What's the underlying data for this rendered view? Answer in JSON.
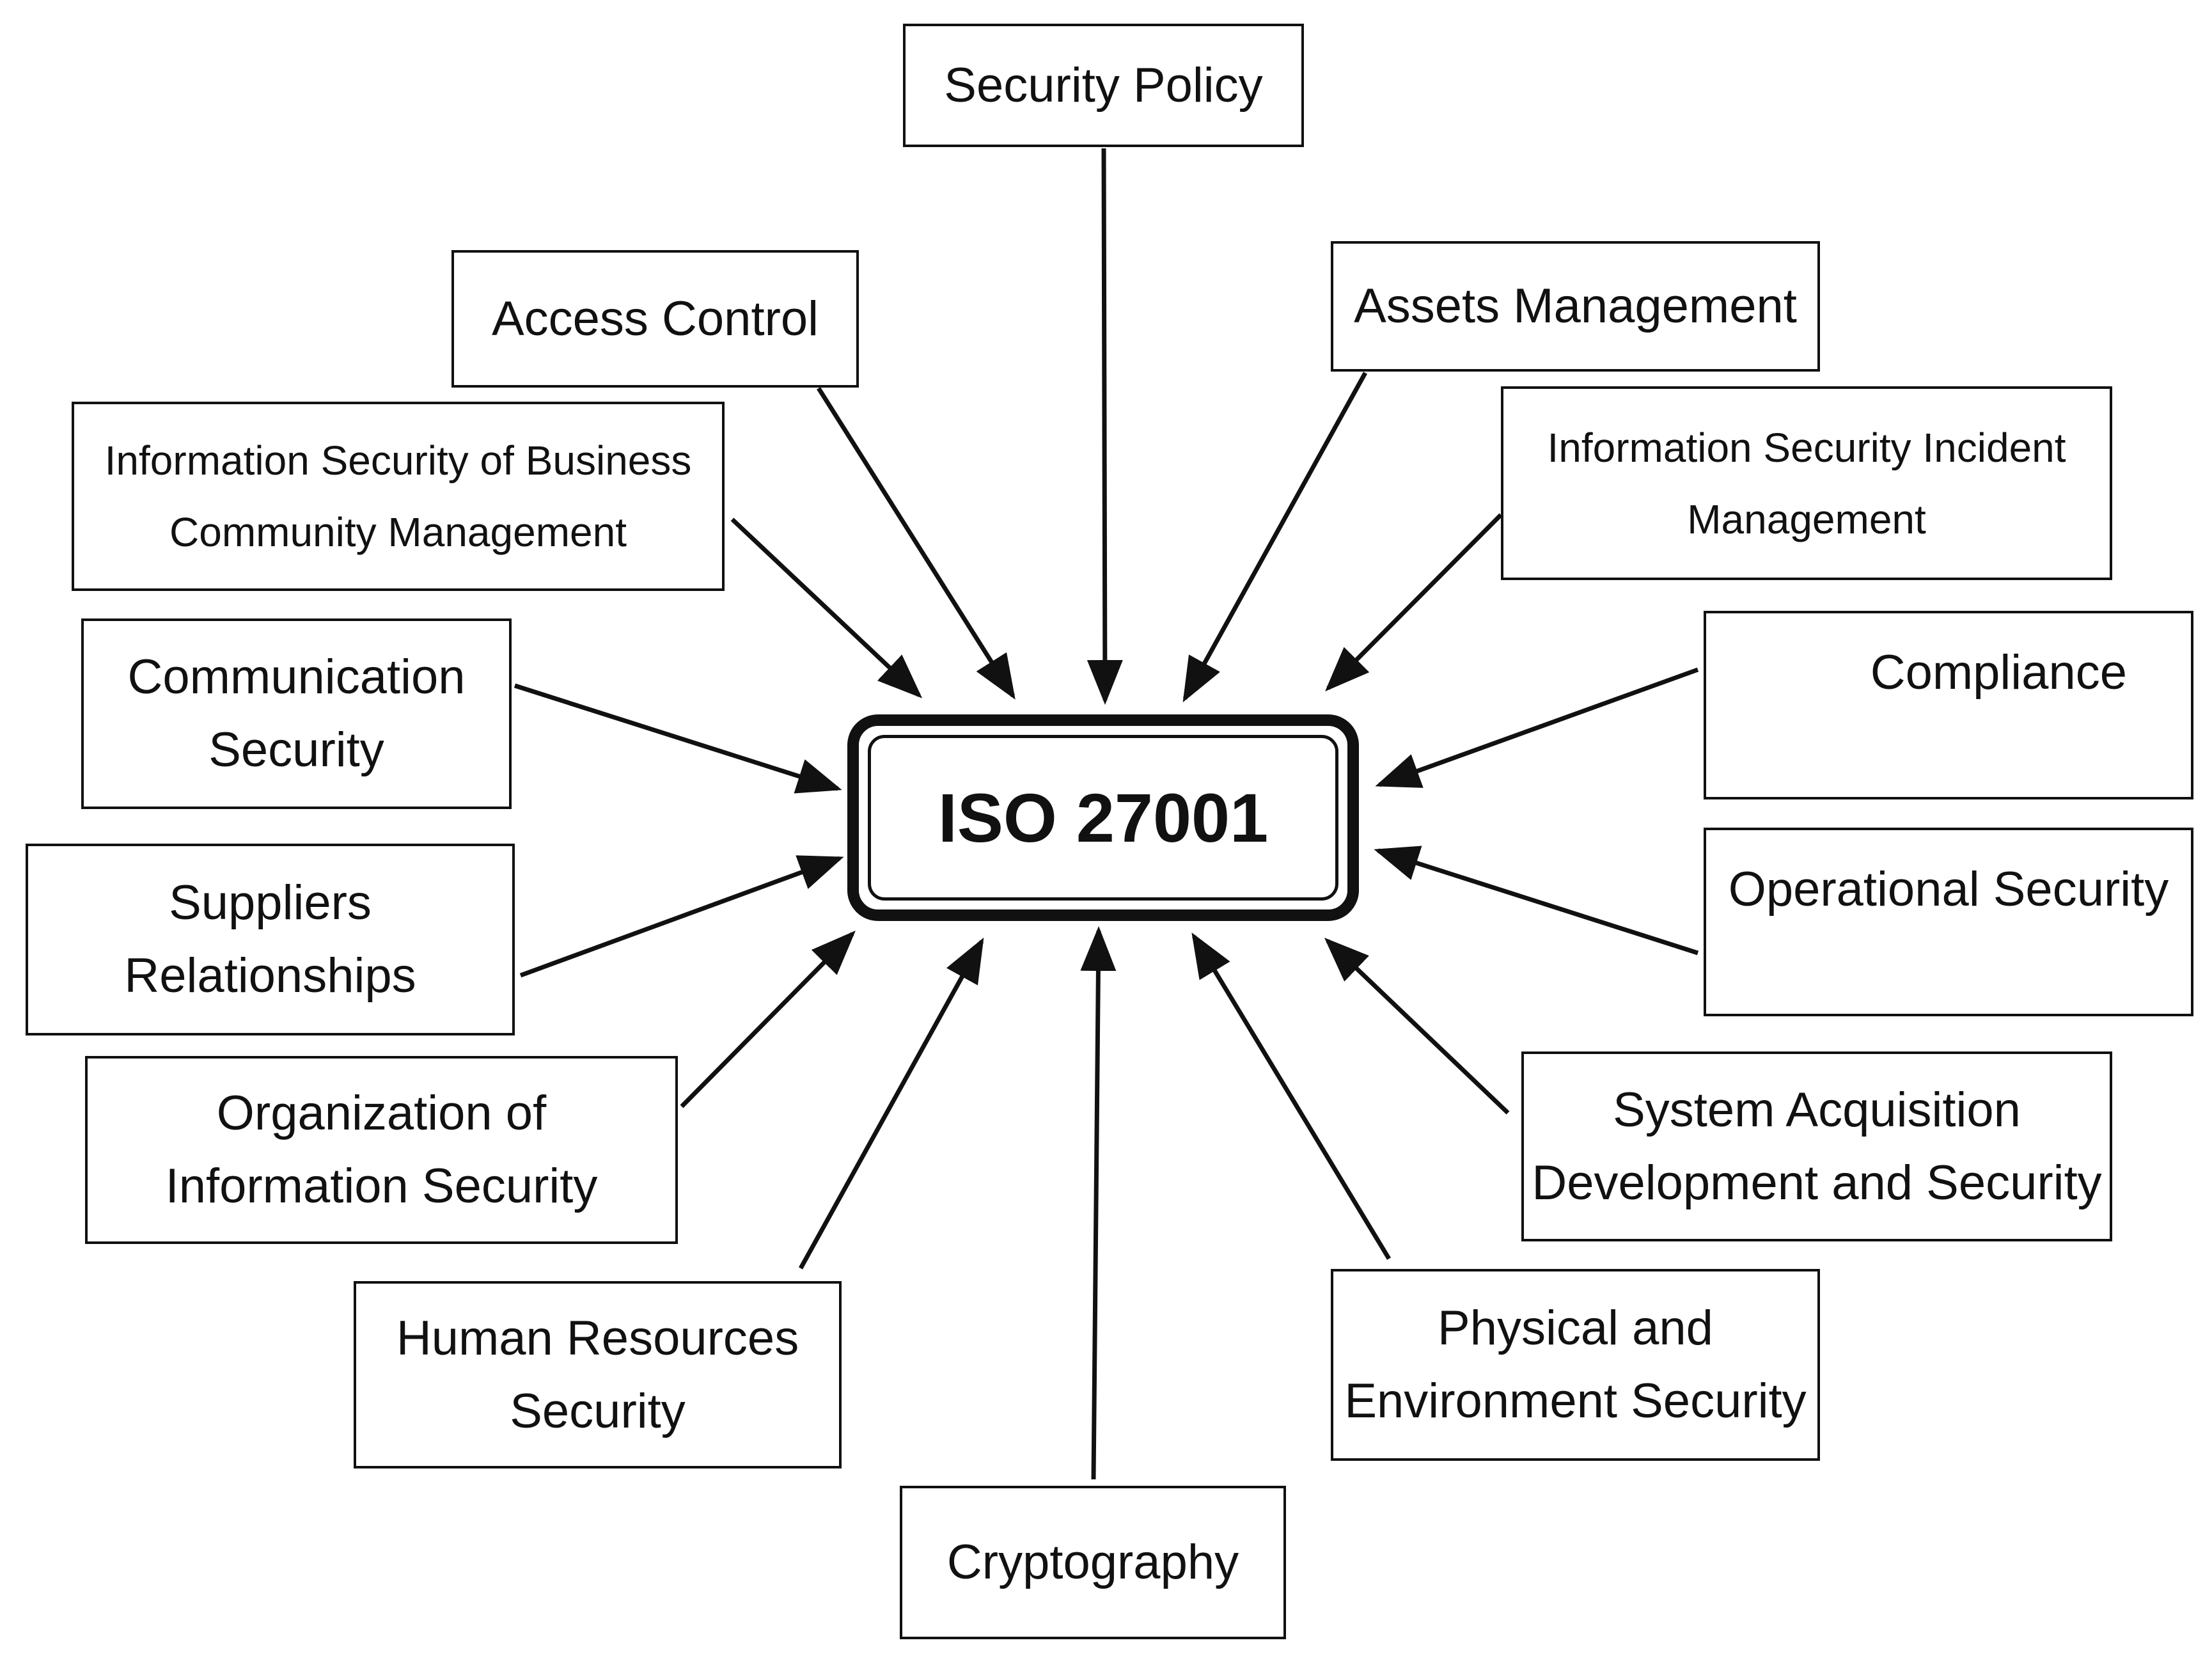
{
  "center": {
    "label": "ISO 27001"
  },
  "nodes": {
    "security_policy": [
      "Security Policy"
    ],
    "access_control": [
      "Access Control"
    ],
    "assets_management": [
      "Assets Management"
    ],
    "business_community": [
      "Information Security of Business",
      "Community Management"
    ],
    "incident_management": [
      "Information Security Incident",
      "Management"
    ],
    "communication_security": [
      "Communication",
      "Security"
    ],
    "compliance": [
      "Compliance"
    ],
    "suppliers_relationships": [
      "Suppliers",
      "Relationships"
    ],
    "operational_security": [
      "Operational Security"
    ],
    "organization_infosec": [
      "Organization of",
      "Information Security"
    ],
    "system_acquisition": [
      "System Acquisition",
      "Development and Security"
    ],
    "human_resources": [
      "Human Resources",
      "Security"
    ],
    "physical_environment": [
      "Physical and",
      "Environment Security"
    ],
    "cryptography": [
      "Cryptography"
    ]
  },
  "colors": {
    "line": "#111111",
    "background": "#ffffff"
  }
}
